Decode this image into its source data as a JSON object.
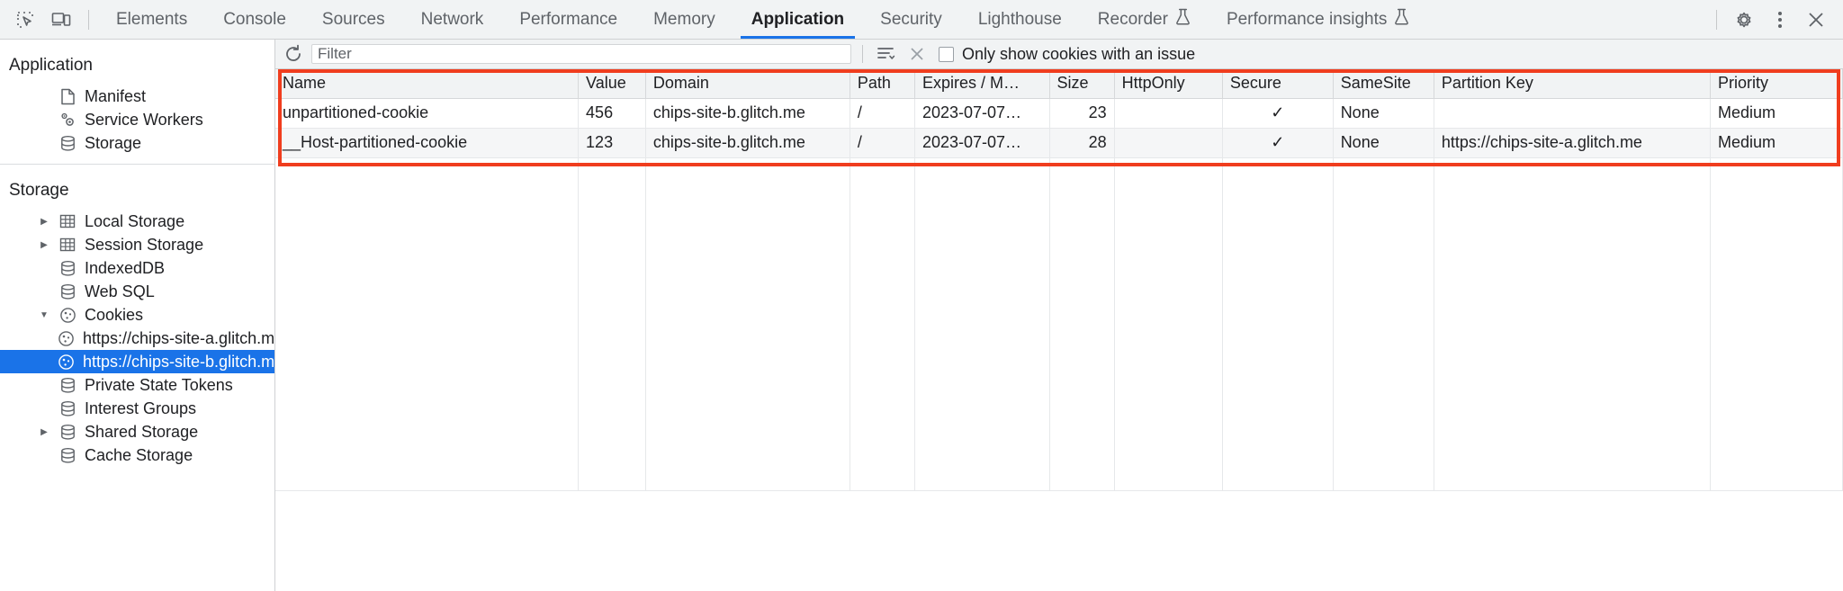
{
  "tabbar": {
    "inspect_icon": "inspect-element-icon",
    "device_icon": "device-toolbar-icon",
    "tabs": [
      {
        "label": "Elements",
        "active": false,
        "experimental": false
      },
      {
        "label": "Console",
        "active": false,
        "experimental": false
      },
      {
        "label": "Sources",
        "active": false,
        "experimental": false
      },
      {
        "label": "Network",
        "active": false,
        "experimental": false
      },
      {
        "label": "Performance",
        "active": false,
        "experimental": false
      },
      {
        "label": "Memory",
        "active": false,
        "experimental": false
      },
      {
        "label": "Application",
        "active": true,
        "experimental": false
      },
      {
        "label": "Security",
        "active": false,
        "experimental": false
      },
      {
        "label": "Lighthouse",
        "active": false,
        "experimental": false
      },
      {
        "label": "Recorder",
        "active": false,
        "experimental": true
      },
      {
        "label": "Performance insights",
        "active": false,
        "experimental": true
      }
    ],
    "settings_icon": "gear-icon",
    "more_icon": "three-dot-menu-icon",
    "close_icon": "close-icon",
    "accent_color": "#1a73e8"
  },
  "sidebar": {
    "application": {
      "title": "Application",
      "items": [
        {
          "label": "Manifest",
          "icon": "document-icon",
          "twisty": "",
          "level": 2,
          "selected": false
        },
        {
          "label": "Service Workers",
          "icon": "gears-icon",
          "twisty": "",
          "level": 2,
          "selected": false
        },
        {
          "label": "Storage",
          "icon": "database-icon",
          "twisty": "",
          "level": 2,
          "selected": false
        }
      ]
    },
    "storage": {
      "title": "Storage",
      "items": [
        {
          "label": "Local Storage",
          "icon": "table-icon",
          "twisty": "collapsed",
          "level": 2,
          "selected": false
        },
        {
          "label": "Session Storage",
          "icon": "table-icon",
          "twisty": "collapsed",
          "level": 2,
          "selected": false
        },
        {
          "label": "IndexedDB",
          "icon": "database-icon",
          "twisty": "",
          "level": 2,
          "selected": false
        },
        {
          "label": "Web SQL",
          "icon": "database-icon",
          "twisty": "",
          "level": 2,
          "selected": false
        },
        {
          "label": "Cookies",
          "icon": "cookie-icon",
          "twisty": "expanded",
          "level": 2,
          "selected": false
        },
        {
          "label": "https://chips-site-a.glitch.me",
          "icon": "cookie-icon",
          "twisty": "",
          "level": 3,
          "selected": false
        },
        {
          "label": "https://chips-site-b.glitch.me",
          "icon": "cookie-icon",
          "twisty": "",
          "level": 3,
          "selected": true
        },
        {
          "label": "Private State Tokens",
          "icon": "database-icon",
          "twisty": "",
          "level": 2,
          "selected": false
        },
        {
          "label": "Interest Groups",
          "icon": "database-icon",
          "twisty": "",
          "level": 2,
          "selected": false
        },
        {
          "label": "Shared Storage",
          "icon": "database-icon",
          "twisty": "collapsed",
          "level": 2,
          "selected": false
        },
        {
          "label": "Cache Storage",
          "icon": "database-icon",
          "twisty": "",
          "level": 2,
          "selected": false
        }
      ]
    },
    "selected_color": "#1a73e8"
  },
  "toolbar": {
    "refresh_icon": "refresh-icon",
    "filter_placeholder": "Filter",
    "filter_value": "",
    "clear_filter_icon": "clear-filter-icon",
    "clear_all_icon": "clear-all-x-icon",
    "only_issues_label": "Only show cookies with an issue",
    "only_issues_checked": false
  },
  "highlight": {
    "color": "#f03d1e",
    "name": "red-highlight-box"
  },
  "table": {
    "columns": [
      "Name",
      "Value",
      "Domain",
      "Path",
      "Expires / M…",
      "Size",
      "HttpOnly",
      "Secure",
      "SameSite",
      "Partition Key",
      "Priority"
    ],
    "rows": [
      {
        "name": "unpartitioned-cookie",
        "value": "456",
        "domain": "chips-site-b.glitch.me",
        "path": "/",
        "expires": "2023-07-07…",
        "size": "23",
        "http_only": "",
        "secure": "✓",
        "same_site": "None",
        "partition_key": "",
        "priority": "Medium"
      },
      {
        "name": "__Host-partitioned-cookie",
        "value": "123",
        "domain": "chips-site-b.glitch.me",
        "path": "/",
        "expires": "2023-07-07…",
        "size": "28",
        "http_only": "",
        "secure": "✓",
        "same_site": "None",
        "partition_key": "https://chips-site-a.glitch.me",
        "priority": "Medium"
      }
    ]
  }
}
